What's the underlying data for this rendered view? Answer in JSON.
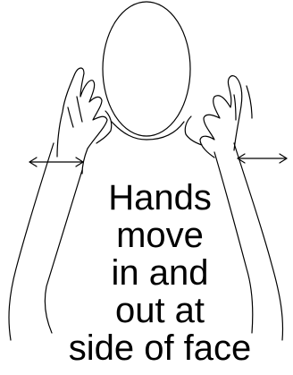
{
  "caption": {
    "lines": [
      "Hands",
      "move",
      "in and",
      "out at",
      "side of face"
    ]
  },
  "colors": {
    "ink": "#000000",
    "paper": "#ffffff"
  }
}
